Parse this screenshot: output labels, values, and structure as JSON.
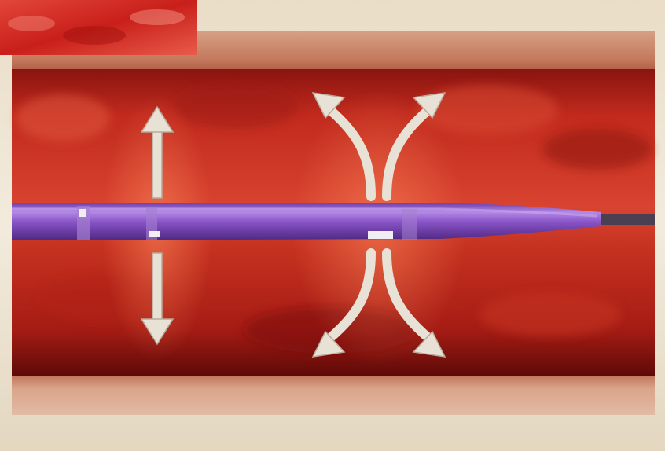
{
  "diagram": {
    "tissue_colors": {
      "inner_dark": "#7f0f0c",
      "inner_mid": "#c0281c",
      "inner_light": "#df4a33",
      "wall_tan": "#c8856a",
      "background": "#efe6d4"
    },
    "catheter": {
      "color": "#8a55c8",
      "highlight": "#b98ae6",
      "shadow": "#5a2f8e",
      "guidewire_color": "#4b3f52",
      "marker_band_color": "#e9e4ee"
    },
    "arrow_color": "#e8e2d6",
    "inset_color": "#d42b22",
    "arrow_groups": [
      {
        "type": "straight-bidirectional",
        "position": "left"
      },
      {
        "type": "curved-splay",
        "position": "center"
      }
    ]
  }
}
